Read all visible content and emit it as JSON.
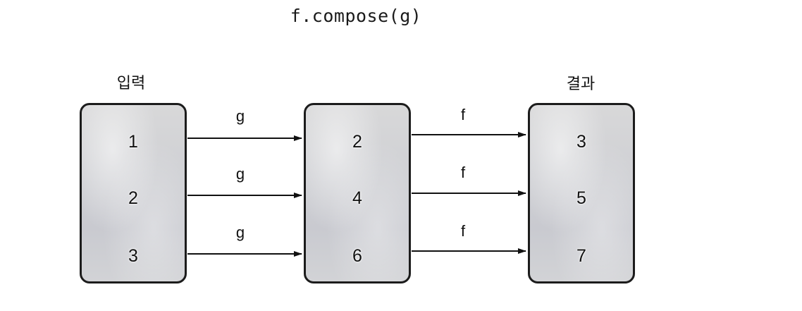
{
  "title": "f.compose(g)",
  "labels": {
    "input": "입력",
    "result": "결과"
  },
  "columns": {
    "input": [
      "1",
      "2",
      "3"
    ],
    "middle": [
      "2",
      "4",
      "6"
    ],
    "result": [
      "3",
      "5",
      "7"
    ]
  },
  "arrows": {
    "first": [
      "g",
      "g",
      "g"
    ],
    "second": [
      "f",
      "f",
      "f"
    ]
  }
}
